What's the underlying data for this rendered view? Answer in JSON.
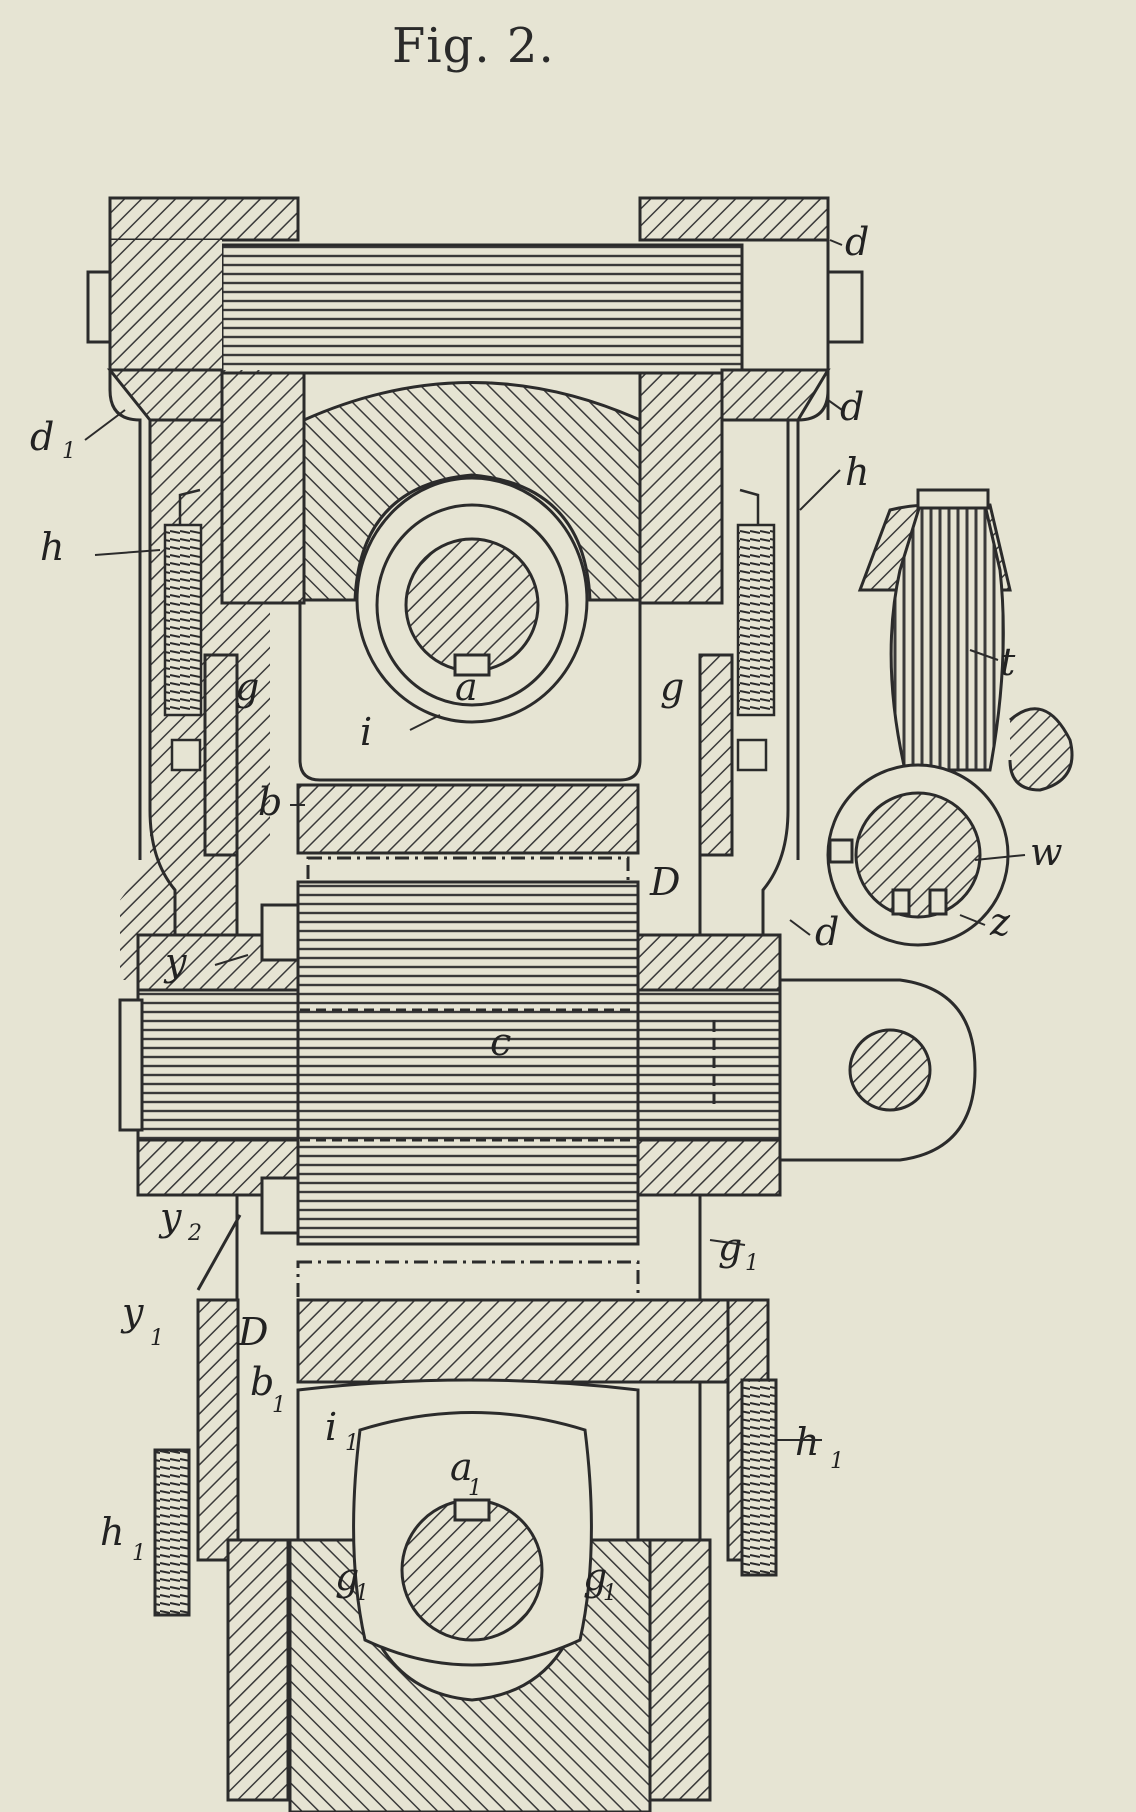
{
  "figure": {
    "title": "Fig. 2."
  },
  "labels": {
    "d": "d",
    "d1": "d",
    "d1_sub": "1",
    "h": "h",
    "h_left": "h",
    "g": "g",
    "a": "a",
    "i": "i",
    "t": "t",
    "b": "b",
    "w": "w",
    "D": "D",
    "z": "z",
    "y": "y",
    "c": "c",
    "y2": "y",
    "y2_sub": "2",
    "g1": "g",
    "g1_sub": "1",
    "y1": "y",
    "y1_sub": "1",
    "D_low": "D",
    "b1": "b",
    "b1_sub": "1",
    "i1": "i",
    "i1_sub": "1",
    "a1": "a",
    "a1_sub": "1",
    "h1": "h",
    "h1_sub": "1"
  },
  "colors": {
    "ink": "#2b2b2b",
    "paper": "#e6e4d3",
    "hatch": "#3a3a3a"
  }
}
